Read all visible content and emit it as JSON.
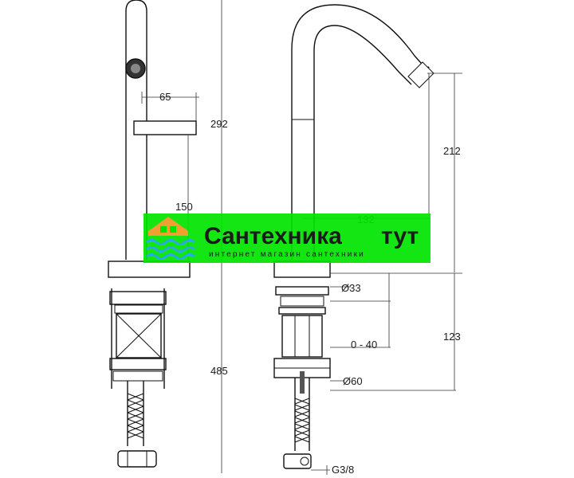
{
  "dimensions": {
    "d65": "65",
    "d292": "292",
    "d150": "150",
    "d212": "212",
    "d132": "132",
    "d33": "Ø33",
    "d040": "0 - 40",
    "d123": "123",
    "d485": "485",
    "d60": "Ø60",
    "g38": "G3/8"
  },
  "watermark": {
    "brand": "Сантехника",
    "brand_accent": "тут",
    "subtitle": "интернет магазин сантехники",
    "logo_icon": "house-waves-icon",
    "colors": {
      "banner": "#00e400",
      "brand_text": "#5ad0ff",
      "accent_text": "#ffd000",
      "subtitle_text": "#ffffff",
      "logo": "#f0a030"
    }
  }
}
